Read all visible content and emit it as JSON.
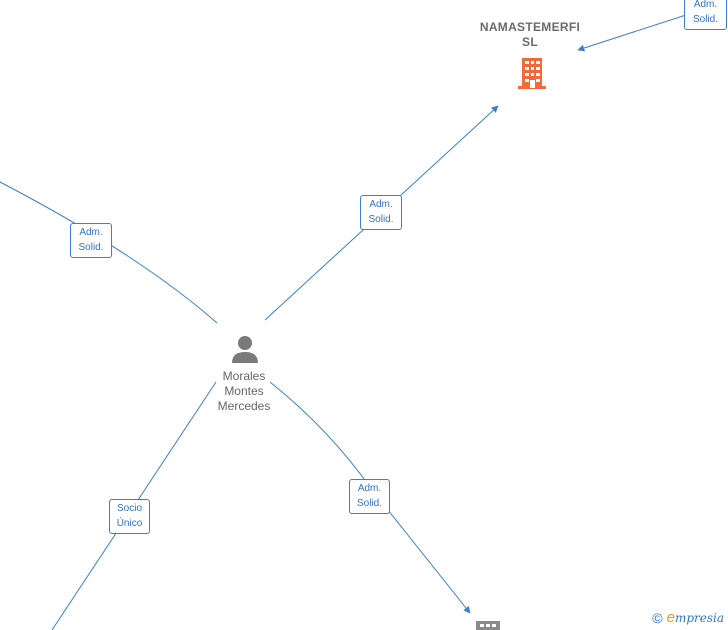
{
  "colors": {
    "edge": "#3a7fd0",
    "company_highlight": "#f26a3a",
    "company_other": "#8a8a8a",
    "person": "#7a7a7a"
  },
  "nodes": {
    "company": {
      "name_line1": "NAMASTEMERFI",
      "name_line2": "SL",
      "icon": "building-icon"
    },
    "person": {
      "name_line1": "Morales",
      "name_line2": "Montes",
      "name_line3": "Mercedes",
      "icon": "person-icon"
    },
    "bottom_company": {
      "icon": "building-icon"
    }
  },
  "edges": {
    "top_right": {
      "line1": "Adm.",
      "line2": "Solid."
    },
    "to_company": {
      "line1": "Adm.",
      "line2": "Solid."
    },
    "left": {
      "line1": "Adm.",
      "line2": "Solid."
    },
    "socio": {
      "line1": "Socio",
      "line2": "Único"
    },
    "bottom": {
      "line1": "Adm.",
      "line2": "Solid."
    }
  },
  "footer": {
    "copyright": "©",
    "brand_initial": "e",
    "brand_rest": "mpresia"
  }
}
